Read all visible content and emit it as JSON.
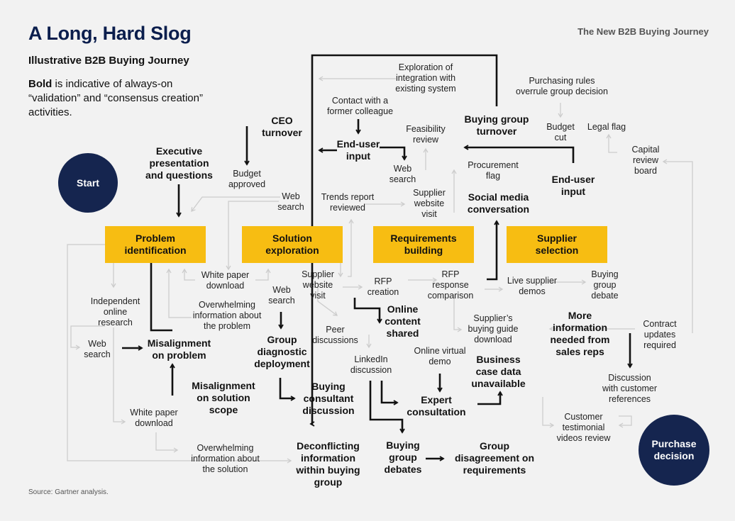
{
  "header": {
    "title": "A Long, Hard Slog",
    "series": "The New B2B Buying Journey",
    "subtitle": "Illustrative B2B Buying Journey",
    "note_bold": "Bold",
    "note_rest": " is indicative of always-on “validation” and “consensus creation” activities."
  },
  "terminals": {
    "start": "Start",
    "end": "Purchase\ndecision"
  },
  "stages": [
    "Problem\nidentification",
    "Solution\nexploration",
    "Requirements\nbuilding",
    "Supplier\nselection"
  ],
  "activities": {
    "exec": "Executive\npresentation\nand questions",
    "ceo": "CEO\nturnover",
    "budget_approved": "Budget\napproved",
    "web_search_top": "Web\nsearch",
    "exploration": "Exploration of\nintegration with\nexisting system",
    "contact": "Contact with a\nformer colleague",
    "enduser1": "End-user\ninput",
    "feasibility": "Feasibility\nreview",
    "web_search_mid": "Web\nsearch",
    "trends": "Trends report\nreviewed",
    "supplier_site_top": "Supplier\nwebsite\nvisit",
    "buying_turnover": "Buying group\nturnover",
    "purchasing_rules": "Purchasing rules\noverrule group decision",
    "budget_cut": "Budget\ncut",
    "legal": "Legal flag",
    "capital": "Capital\nreview\nboard",
    "procurement": "Procurement\nflag",
    "enduser2": "End-user\ninput",
    "social": "Social media\nconversation",
    "white_paper1": "White paper\ndownload",
    "independent": "Independent\nonline\nresearch",
    "overwhelming1": "Overwhelming\ninformation about\nthe problem",
    "web_search_left": "Web\nsearch",
    "misalign_problem": "Misalignment\non problem",
    "misalign_scope": "Misalignment\non solution\nscope",
    "white_paper2": "White paper\ndownload",
    "overwhelming2": "Overwhelming\ninformation about\nthe solution",
    "web_search_sol": "Web\nsearch",
    "group_diag": "Group\ndiagnostic\ndeployment",
    "buying_consultant": "Buying\nconsultant\ndiscussion",
    "deconflicting": "Deconflicting\ninformation\nwithin buying\ngroup",
    "supplier_site_mid": "Supplier\nwebsite\nvisit",
    "peer": "Peer\ndiscussions",
    "online_content": "Online\ncontent\nshared",
    "linkedin": "LinkedIn\ndiscussion",
    "rfp_creation": "RFP\ncreation",
    "rfp_response": "RFP\nresponse\ncomparison",
    "online_demo": "Online virtual\ndemo",
    "expert": "Expert\nconsultation",
    "business_case": "Business\ncase data\nunavailable",
    "buying_debates": "Buying\ngroup\ndebates",
    "group_disagree": "Group\ndisagreement on\nrequirements",
    "live_demos": "Live supplier\ndemos",
    "buying_debate": "Buying\ngroup\ndebate",
    "guide": "Supplier’s\nbuying guide\ndownload",
    "more_info": "More\ninformation\nneeded from\nsales reps",
    "contract": "Contract\nupdates\nrequired",
    "discussion_refs": "Discussion\nwith customer\nreferences",
    "testimonial": "Customer\ntestimonial\nvideos review"
  },
  "footer": {
    "source": "Source: Gartner analysis."
  },
  "colors": {
    "navy": "#15254f",
    "yellow": "#f7bd12",
    "bg": "#f2f2f2",
    "light_arrow": "#cfcfcf",
    "dark_arrow": "#111111"
  }
}
